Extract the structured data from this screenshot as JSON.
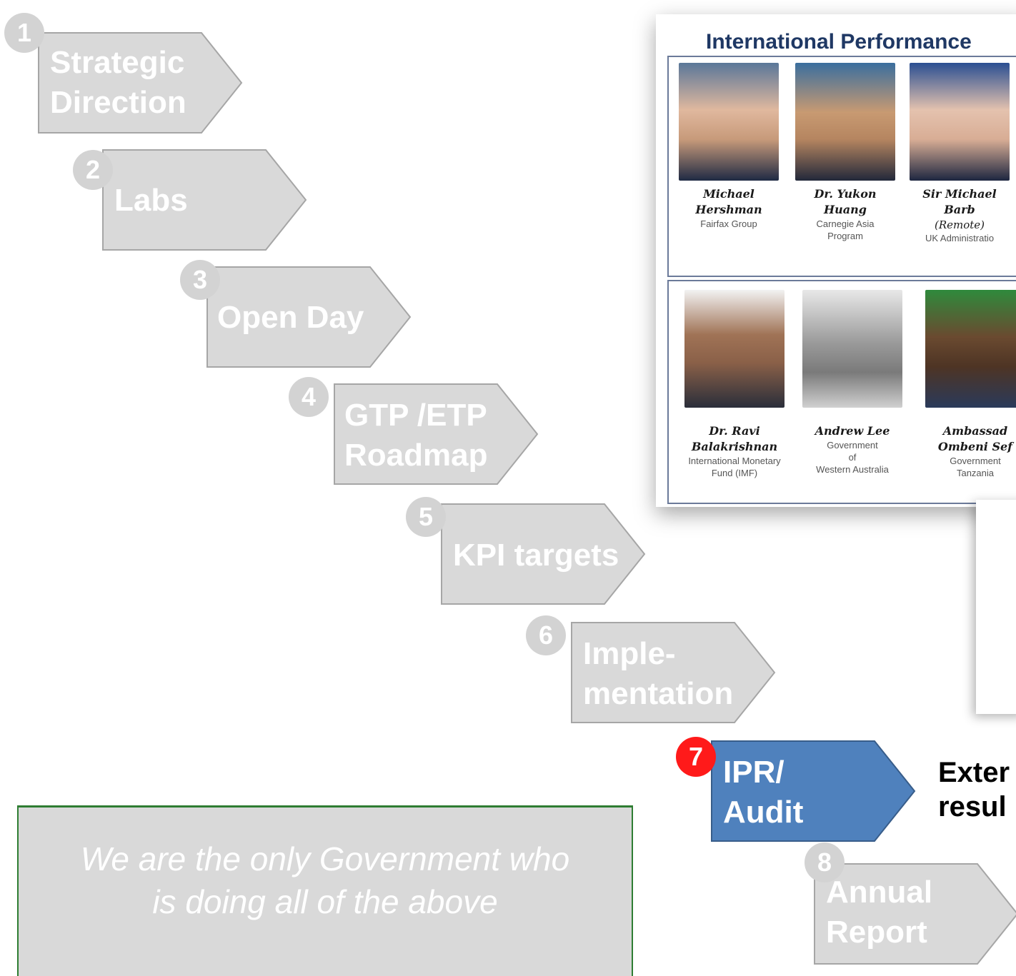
{
  "steps": [
    {
      "number": "1",
      "label": "Strategic\nDirection"
    },
    {
      "number": "2",
      "label": "Labs"
    },
    {
      "number": "3",
      "label": "Open Day"
    },
    {
      "number": "4",
      "label": "GTP /ETP\nRoadmap"
    },
    {
      "number": "5",
      "label": "KPI targets"
    },
    {
      "number": "6",
      "label": "Imple-\nmentation"
    },
    {
      "number": "7",
      "label": "IPR/\nAudit"
    },
    {
      "number": "8",
      "label": "Annual\nReport"
    }
  ],
  "colors": {
    "step_fill": "#d9d9d9",
    "step_stroke": "#a6a6a6",
    "active_fill": "#4f81bd",
    "active_badge": "#ff1a1a",
    "panel_title": "#1f3864",
    "quote_border": "#2e7d32"
  },
  "panel": {
    "title": "International Performance",
    "row1": [
      {
        "name": "Michael\nHershman",
        "note": "",
        "org": "Fairfax Group"
      },
      {
        "name": "Dr. Yukon\nHuang",
        "note": "",
        "org": "Carnegie Asia\nProgram"
      },
      {
        "name": "Sir Michael Barb",
        "note": "(Remote)",
        "org": "UK Administratio"
      }
    ],
    "row2": [
      {
        "name": "Dr. Ravi\nBalakrishnan",
        "note": "",
        "org": "International Monetary\nFund (IMF)"
      },
      {
        "name": "Andrew Lee",
        "note": "",
        "org": "Government\nof\nWestern Australia"
      },
      {
        "name": "Ambassad\nOmbeni Sef",
        "note": "",
        "org": "Government\nTanzania"
      }
    ]
  },
  "external_text": "Exter\nresul",
  "quote": "We are the only Government who\nis doing all of the above"
}
